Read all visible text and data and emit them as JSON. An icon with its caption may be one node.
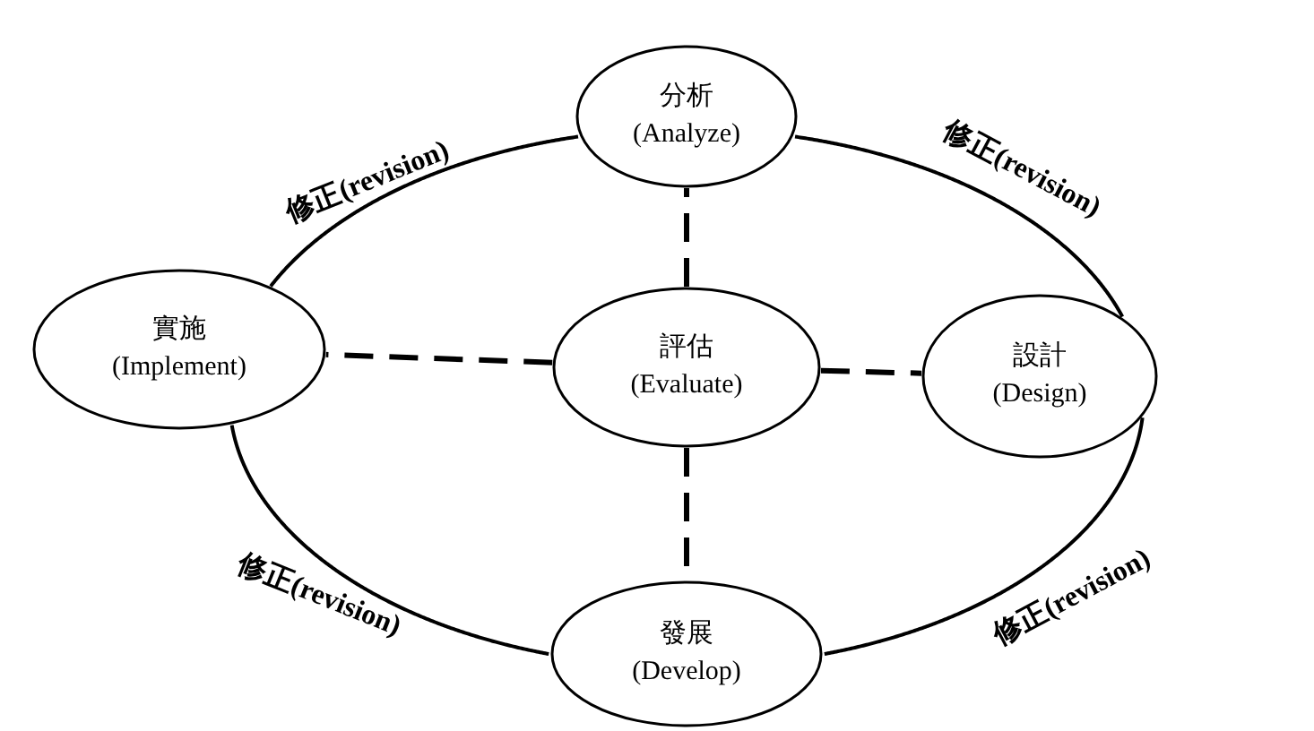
{
  "diagram": {
    "nodes": [
      {
        "text": [
          "分析",
          "(Analyze)"
        ]
      },
      {
        "text": [
          "實施",
          "(Implement)"
        ]
      },
      {
        "text": [
          "評估",
          "(Evaluate)"
        ]
      },
      {
        "text": [
          "設計",
          "(Design)"
        ]
      },
      {
        "text": [
          "發展",
          "(Develop)"
        ]
      }
    ],
    "edges": [
      {
        "from": 0,
        "to": 3,
        "arrow": "none",
        "label": "修正(revision)"
      },
      {
        "from": 3,
        "to": 4,
        "arrow": "none",
        "label": "修正(revision)"
      },
      {
        "from": 4,
        "to": 1,
        "arrow": "none",
        "label": "修正(revision)"
      },
      {
        "from": 1,
        "to": 0,
        "arrow": "none",
        "label": "修正(revision)"
      },
      {
        "from": 2,
        "to": 0,
        "arrow": "none",
        "style": "dashed"
      },
      {
        "from": 2,
        "to": 1,
        "arrow": "none",
        "style": "dashed"
      },
      {
        "from": 2,
        "to": 3,
        "arrow": "none",
        "style": "dashed"
      },
      {
        "from": 2,
        "to": 4,
        "arrow": "none",
        "style": "dashed"
      }
    ]
  }
}
